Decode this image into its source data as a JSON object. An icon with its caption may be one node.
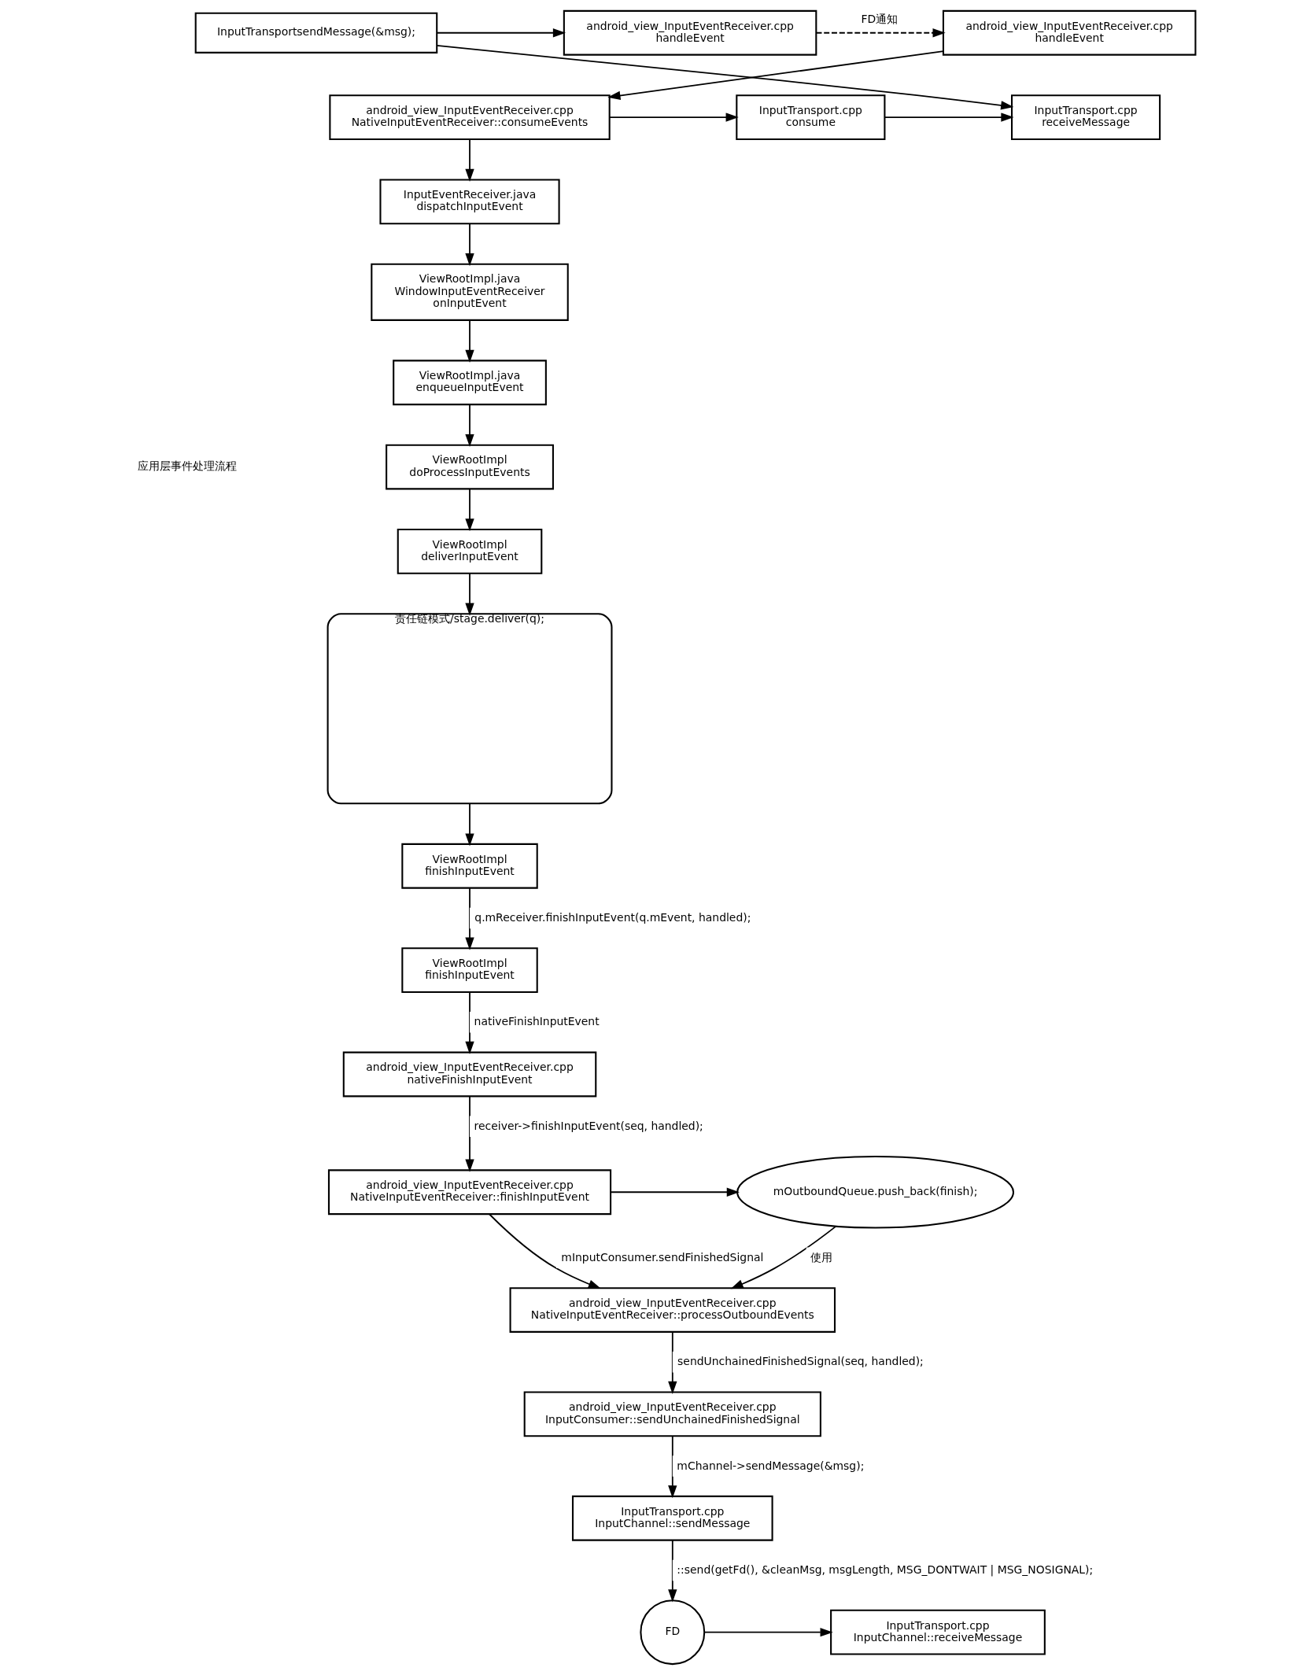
{
  "diagram": {
    "nodes": [
      {
        "text": [
          "android_view_InputEventReceiver.cpp",
          "handleEvent"
        ]
      },
      {
        "text": [
          "android_view_InputEventReceiver.cpp",
          "handleEvent"
        ]
      },
      {
        "text": [
          "InputTransportsendMessage(&msg);"
        ]
      },
      {
        "text": [
          "android_view_InputEventReceiver.cpp",
          "NativeInputEventReceiver::consumeEvents"
        ]
      },
      {
        "text": [
          "InputTransport.cpp",
          "consume"
        ]
      },
      {
        "text": [
          "InputTransport.cpp",
          "receiveMessage"
        ]
      },
      {
        "text": [
          "InputEventReceiver.java",
          "dispatchInputEvent"
        ]
      },
      {
        "text": [
          "ViewRootImpl.java",
          "WindowInputEventReceiver",
          "onInputEvent"
        ]
      },
      {
        "text": [
          "ViewRootImpl.java",
          "enqueueInputEvent"
        ]
      },
      {
        "text": [
          "ViewRootImpl",
          "doProcessInputEvents"
        ]
      },
      {
        "text": [
          "ViewRootImpl",
          "deliverInputEvent"
        ]
      },
      {
        "text": [
          "责任链模式/stage.deliver(q);"
        ]
      },
      {
        "text": [
          "ViewRootImpl",
          "finishInputEvent"
        ]
      },
      {
        "text": [
          "ViewRootImpl",
          "finishInputEvent"
        ]
      },
      {
        "text": [
          "android_view_InputEventReceiver.cpp",
          "nativeFinishInputEvent"
        ]
      },
      {
        "text": [
          "android_view_InputEventReceiver.cpp",
          "NativeInputEventReceiver::finishInputEvent"
        ]
      },
      {
        "text": [
          "mOutboundQueue.push_back(finish);"
        ]
      },
      {
        "text": [
          "android_view_InputEventReceiver.cpp",
          "NativeInputEventReceiver::processOutboundEvents"
        ]
      },
      {
        "text": [
          "android_view_InputEventReceiver.cpp",
          "InputConsumer::sendUnchainedFinishedSignal"
        ]
      },
      {
        "text": [
          "InputTransport.cpp",
          "InputChannel::sendMessage"
        ]
      },
      {
        "text": [
          "FD"
        ]
      },
      {
        "text": [
          "InputTransport.cpp",
          "InputChannel::receiveMessage"
        ]
      }
    ],
    "edges": [
      {
        "from": 2,
        "to": 1,
        "arrow": "to"
      },
      {
        "from": 1,
        "to": 0,
        "arrow": "to",
        "label": "FD通知",
        "style": "dashed"
      },
      {
        "from": 2,
        "to": 5,
        "arrow": "to"
      },
      {
        "from": 0,
        "to": 3,
        "arrow": "to"
      },
      {
        "from": 3,
        "to": 4,
        "arrow": "to"
      },
      {
        "from": 4,
        "to": 5,
        "arrow": "to"
      },
      {
        "from": 3,
        "to": 6,
        "arrow": "to"
      },
      {
        "from": 6,
        "to": 7,
        "arrow": "to"
      },
      {
        "from": 7,
        "to": 8,
        "arrow": "to"
      },
      {
        "from": 8,
        "to": 9,
        "arrow": "to"
      },
      {
        "from": 9,
        "to": 10,
        "arrow": "to"
      },
      {
        "from": 10,
        "to": 11,
        "arrow": "to"
      },
      {
        "from": 11,
        "to": 12,
        "arrow": "to"
      },
      {
        "from": 12,
        "to": 13,
        "arrow": "to",
        "label": "q.mReceiver.finishInputEvent(q.mEvent, handled);"
      },
      {
        "from": 13,
        "to": 14,
        "arrow": "to",
        "label": "nativeFinishInputEvent"
      },
      {
        "from": 14,
        "to": 15,
        "arrow": "to",
        "label": "receiver->finishInputEvent(seq, handled);"
      },
      {
        "from": 15,
        "to": 16,
        "arrow": "to"
      },
      {
        "from": 15,
        "to": 17,
        "arrow": "to",
        "label": "mInputConsumer.sendFinishedSignal"
      },
      {
        "from": 16,
        "to": 17,
        "arrow": "to",
        "label": "使用"
      },
      {
        "from": 17,
        "to": 18,
        "arrow": "to",
        "label": "sendUnchainedFinishedSignal(seq, handled);"
      },
      {
        "from": 18,
        "to": 19,
        "arrow": "to",
        "label": "mChannel->sendMessage(&msg);"
      },
      {
        "from": 19,
        "to": 20,
        "arrow": "to",
        "label": "::send(getFd(), &cleanMsg, msgLength, MSG_DONTWAIT | MSG_NOSIGNAL);"
      },
      {
        "from": 20,
        "to": 21,
        "arrow": "to"
      }
    ],
    "labels": [
      "应用层事件处理流程"
    ]
  }
}
